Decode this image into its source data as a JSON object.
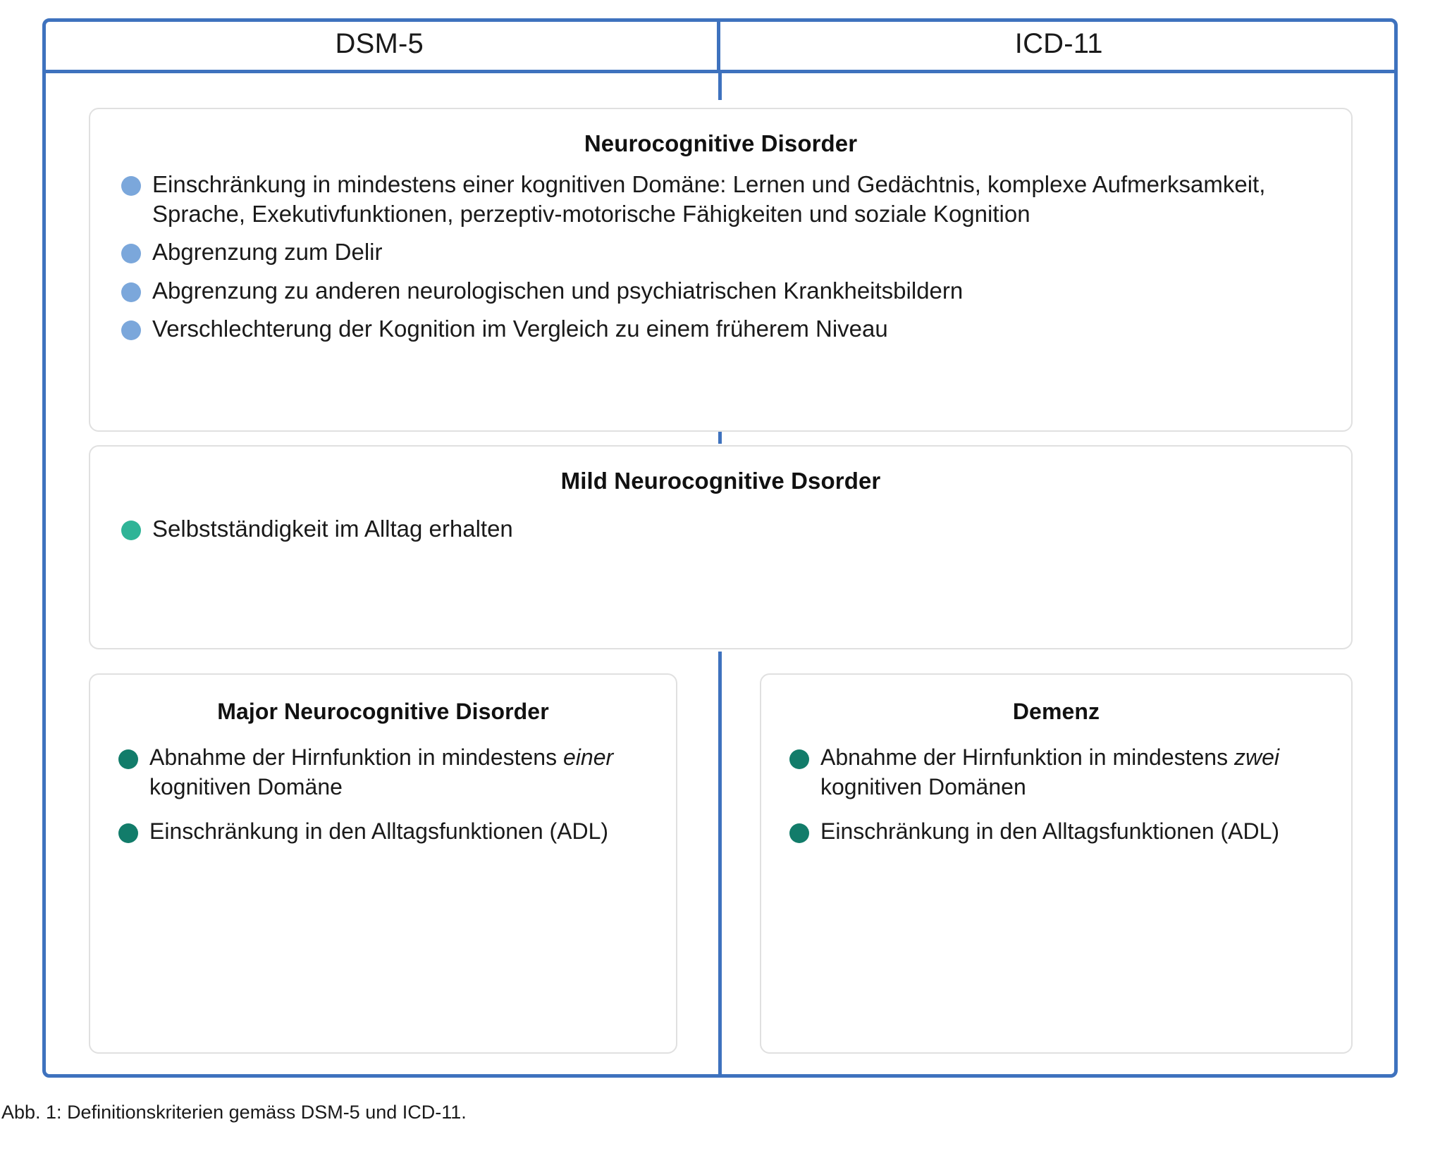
{
  "figure": {
    "caption": "Abb. 1: Definitionskriterien gemäss DSM-5 und ICD-11.",
    "colors": {
      "frame_blue": "#3E72BE",
      "bullet_light_blue": "#7BA7DB",
      "bullet_teal": "#2FB497",
      "bullet_dark_teal": "#127C6A",
      "card_border": "#e0e0e0"
    }
  },
  "header": {
    "columns": [
      {
        "label": "DSM-5"
      },
      {
        "label": "ICD-11"
      }
    ]
  },
  "cards": {
    "ncd": {
      "title": "Neurocognitive Disorder",
      "bullets": [
        {
          "text": "Einschränkung in mindestens einer kognitiven Domäne: Lernen und Gedächtnis, komplexe Aufmerksamkeit, Sprache, Exekutivfunktionen, perzeptiv-motorische Fähigkeiten und soziale Kognition"
        },
        {
          "text": "Abgrenzung zum Delir"
        },
        {
          "text": "Abgrenzung zu anderen neurologischen und psychiatrischen Krankheitsbildern"
        },
        {
          "text": "Verschlechterung der Kognition im Vergleich zu einem früherem Niveau"
        }
      ]
    },
    "mild": {
      "title": "Mild Neurocognitive Dsorder",
      "bullets": [
        {
          "text": "Selbstständigkeit im Alltag erhalten"
        }
      ]
    },
    "major": {
      "title": "Major Neurocognitive Disorder",
      "bullets": [
        {
          "pre": "Abnahme der Hirnfunktion in mindestens ",
          "em": "einer",
          "post": " kognitiven Domäne"
        },
        {
          "pre": "Einschränkung in den Alltagsfunktionen (ADL)",
          "em": "",
          "post": ""
        }
      ]
    },
    "demenz": {
      "title": "Demenz",
      "bullets": [
        {
          "pre": "Abnahme der Hirnfunktion in mindestens ",
          "em": "zwei",
          "post": " kognitiven Domänen"
        },
        {
          "pre": "Einschränkung in den Alltagsfunktionen (ADL)",
          "em": "",
          "post": ""
        }
      ]
    }
  }
}
